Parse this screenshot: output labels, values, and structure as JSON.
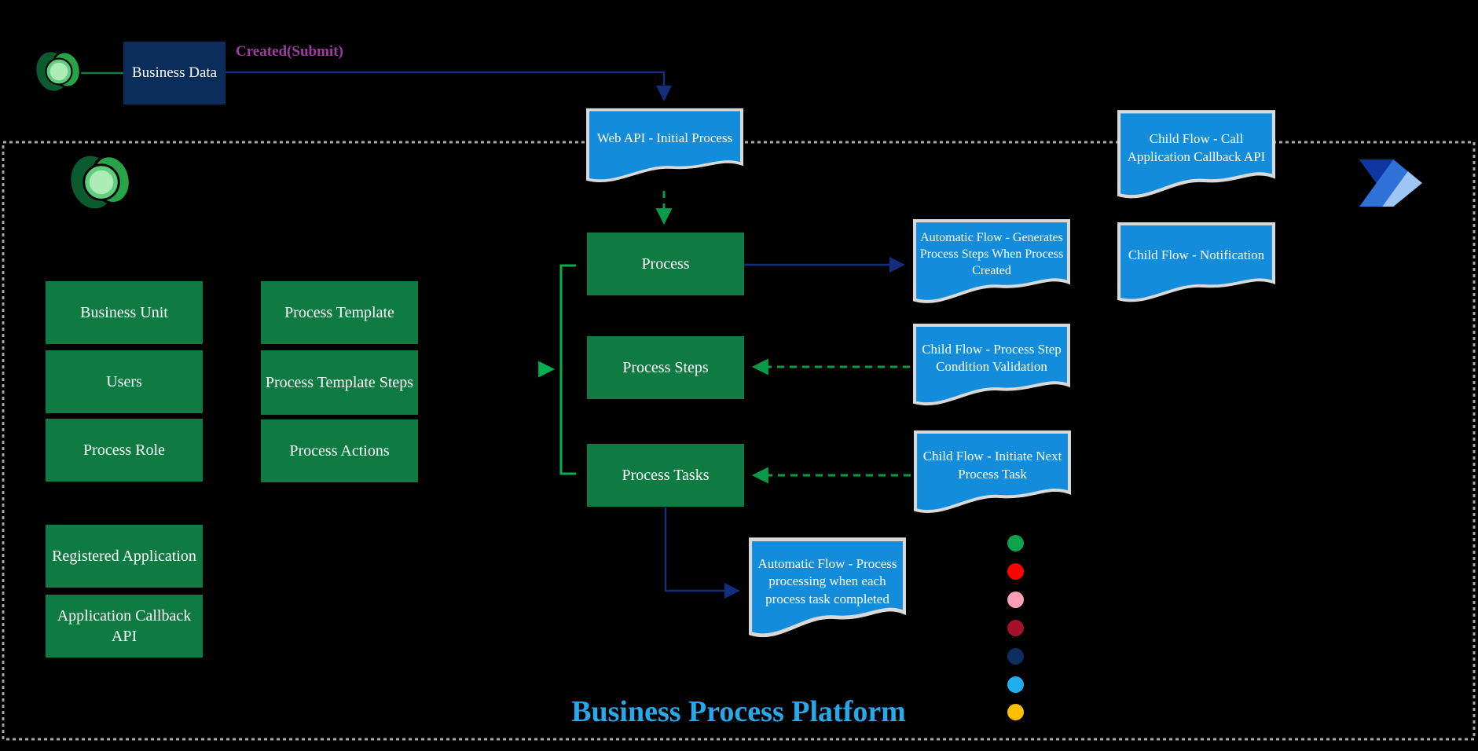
{
  "diagram": {
    "title": "Business Process Platform"
  },
  "external": {
    "source_icon": "dataverse-icon",
    "business_data_label": "Business Data",
    "trigger_label": "Created(Submit)"
  },
  "dataverse": {
    "icon": "dataverse-icon",
    "config_tables": [
      "Business Unit",
      "Users",
      "Process Role"
    ],
    "template_tables": [
      "Process Template",
      "Process Template Steps",
      "Process Actions"
    ],
    "app_tables": [
      "Registered Application",
      "Application Callback API"
    ],
    "core_tables": [
      "Process",
      "Process Steps",
      "Process Tasks"
    ]
  },
  "flows": {
    "icon": "power-automate-icon",
    "web_api": "Web API - Initial Process",
    "generate_steps": "Automatic Flow - Generates Process Steps When Process Created",
    "step_condition": "Child Flow - Process Step Condition Validation",
    "initiate_next_task": "Child Flow - Initiate Next Process Task",
    "task_completed": "Automatic Flow - Process processing when each process task completed",
    "call_callback": "Child Flow - Call Application Callback API",
    "notification": "Child Flow - Notification"
  },
  "legend": {
    "dot_colors": [
      "#0FA24B",
      "#FE0101",
      "#FF9FB6",
      "#A31229",
      "#0D2E5E",
      "#1DAEEF",
      "#FFBE00"
    ]
  },
  "colors": {
    "background": "#000000",
    "entity_green": "#0F7B43",
    "flow_blue": "#128CDB",
    "flow_border": "#D9D9D9",
    "navy_box": "#0B2D5C",
    "navy_line": "#122E7D",
    "dashed_green": "#0A9B48",
    "bracket_green": "#00B050",
    "dotted_border": "#A6A6A6",
    "trigger_purple": "#A03C9F",
    "title_blue": "#27A9EA"
  }
}
